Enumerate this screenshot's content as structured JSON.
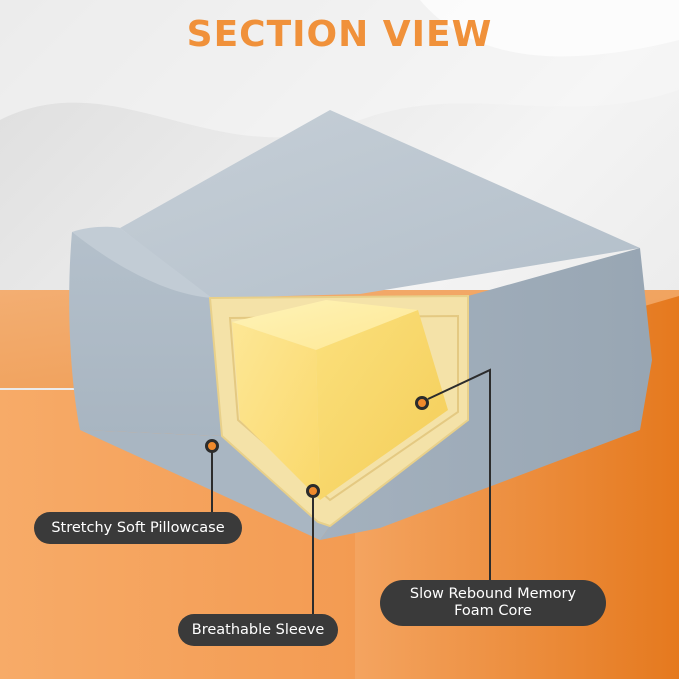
{
  "title": "SECTION VIEW",
  "colors": {
    "title": "#f0913a",
    "accent": "#f08a2c",
    "pill_background": "#3a3a3a",
    "pill_text": "#ffffff",
    "cover_gray": "#b9c4ce",
    "foam_yellow": "#fbdf74",
    "sleeve_tint": "#f6e3a8"
  },
  "callouts": {
    "pillowcase": "Stretchy Soft Pillowcase",
    "sleeve": "Breathable Sleeve",
    "core_line1": "Slow Rebound Memory",
    "core_line2": "Foam Core"
  }
}
